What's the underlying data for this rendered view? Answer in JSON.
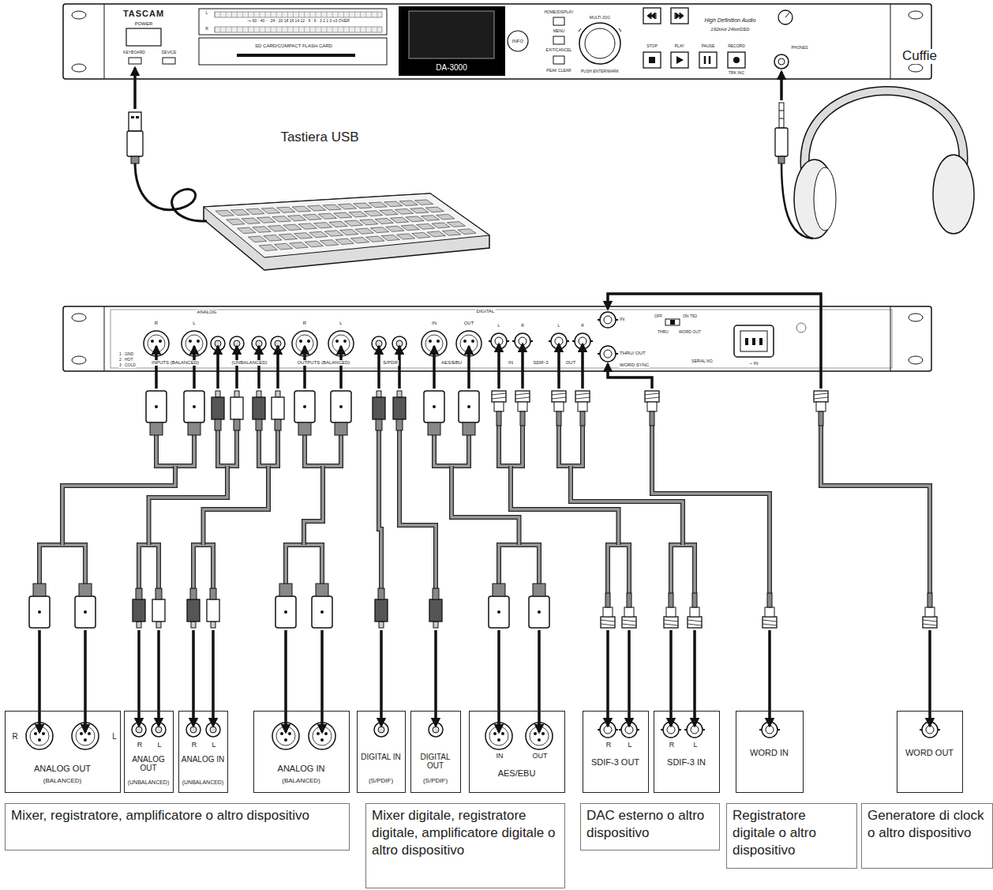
{
  "diagram": {
    "nodes": [
      {
        "text": [
          "R",
          "L",
          "ANALOG OUT",
          "(BALANCED)"
        ]
      },
      {
        "text": [
          "R",
          "L",
          "ANALOG OUT",
          "(UNBALANCED)"
        ]
      },
      {
        "text": [
          "R",
          "L",
          "ANALOG IN",
          "(UNBALANCED)"
        ]
      },
      {
        "text": [
          "ANALOG IN",
          "(BALANCED)"
        ]
      },
      {
        "text": [
          "DIGITAL IN",
          "(S/PDIF)"
        ]
      },
      {
        "text": [
          "DIGITAL OUT",
          "(S/PDIF)"
        ]
      },
      {
        "text": [
          "IN",
          "OUT",
          "AES/EBU"
        ]
      },
      {
        "text": [
          "R",
          "L",
          "SDIF-3 OUT"
        ]
      },
      {
        "text": [
          "R",
          "L",
          "SDIF-3 IN"
        ]
      },
      {
        "text": [
          "WORD IN"
        ]
      },
      {
        "text": [
          "WORD OUT"
        ]
      },
      {
        "text": [
          "Mixer, registratore, amplificatore o altro dispositivo"
        ]
      },
      {
        "text": [
          "Mixer digitale, registratore digitale, amplificatore digitale o altro dispositivo"
        ]
      },
      {
        "text": [
          "DAC esterno o altro dispositivo"
        ]
      },
      {
        "text": [
          "Registratore digitale o altro dispositivo"
        ]
      },
      {
        "text": [
          "Generatore di clock o altro dispositivo"
        ]
      }
    ],
    "labels": [
      "Cuffie",
      "Tastiera USB",
      "TASCAM",
      "POWER",
      "KEYBOARD",
      "DEVICE",
      "SD CARD/COMPACT FLASH CARD",
      "L",
      "R",
      "-∞ 60 · 40 · · 24 · 20 18 16 14 12 · 9 · 6 · 3 2 1 0 +3 OVER",
      "DA-3000",
      "INFO",
      "HOME/DISPLAY",
      "MENU",
      "EXIT/CANCEL",
      "PEAK CLEAR",
      "MULTI JOG",
      "PUSH ENTER/MARK",
      "STOP",
      "PLAY",
      "PAUSE",
      "RECORD",
      "TRK INC",
      "High Definition Audio",
      "192kHz 24bit/DSD",
      "PHONES",
      "ANALOG",
      "R",
      "L",
      "1 : GND",
      "2 : HOT",
      "3 : COLD",
      "INPUTS (BALANCED)",
      "(UNBALANCED)",
      "R",
      "L",
      "OUTPUTS (BALANCED)",
      "S/PDIF",
      "IN",
      "OUT",
      "AES/EBU",
      "DIGITAL",
      "L",
      "R",
      "IN",
      "SDIF-3",
      "L",
      "R",
      "OUT",
      "IN",
      "THRU/ OUT",
      "WORD SYNC",
      "OFF",
      "ON 75Ω",
      "THRU",
      "WORD OUT",
      "SERIAL NO.",
      "~ IN"
    ]
  }
}
